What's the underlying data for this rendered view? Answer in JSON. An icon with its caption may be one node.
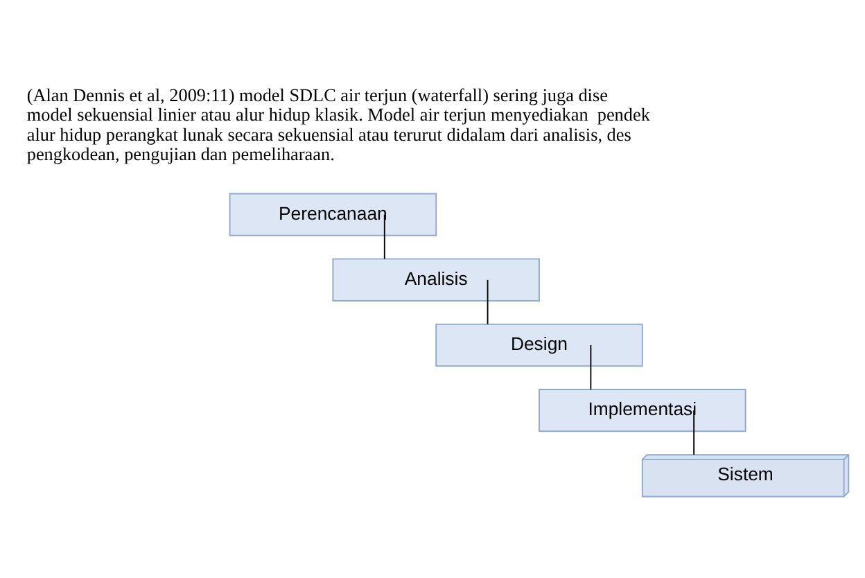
{
  "diagram": {
    "nodes": [
      {
        "text": [
          "Perencanaan"
        ]
      },
      {
        "text": [
          "Analisis"
        ]
      },
      {
        "text": [
          "Design"
        ]
      },
      {
        "text": [
          "Implementasi"
        ]
      },
      {
        "text": [
          "Sistem"
        ]
      }
    ],
    "edges": [
      {
        "from": 0,
        "to": 1,
        "arrow": "none"
      },
      {
        "from": 1,
        "to": 2,
        "arrow": "none"
      },
      {
        "from": 2,
        "to": 3,
        "arrow": "none"
      },
      {
        "from": 3,
        "to": 4,
        "arrow": "none"
      }
    ],
    "labels": [
      "(Alan Dennis et al, 2009:11) model SDLC air terjun (waterfall) sering juga dise",
      "model sekuensial linier atau alur hidup klasik. Model air terjun menyediakan  pendek",
      "alur hidup perangkat lunak secara sekuensial atau terurut didalam dari analisis, des",
      "pengkodean, pengujian dan pemeliharaan."
    ]
  }
}
